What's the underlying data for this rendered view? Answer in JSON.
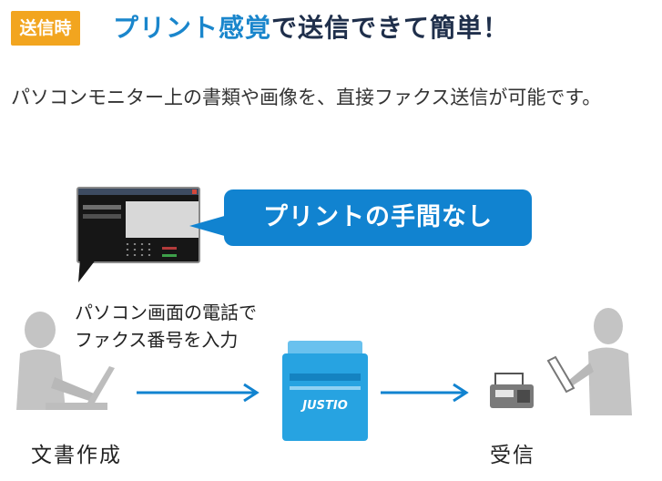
{
  "header": {
    "badge": "送信時",
    "headline_blue": "プリント感覚",
    "headline_dark": "で送信できて簡単！"
  },
  "description": "パソコンモニター上の書類や画像を、直接ファクス送信が可能です。",
  "callout": "プリントの手間なし",
  "caption_lines": [
    "パソコン画面の電話で",
    "ファクス番号を入力"
  ],
  "labels": {
    "left": "文書作成",
    "right": "受信"
  },
  "device": {
    "brand": "JUSTIO"
  },
  "colors": {
    "accent": "#1183d0",
    "badge": "#f2a51f",
    "device": "#27a3e1",
    "figure": "#c4c4c4"
  },
  "icons": [
    "person-at-laptop-icon",
    "arrow-right-icon",
    "multifunction-printer-icon",
    "fax-machine-icon",
    "person-reading-icon"
  ]
}
